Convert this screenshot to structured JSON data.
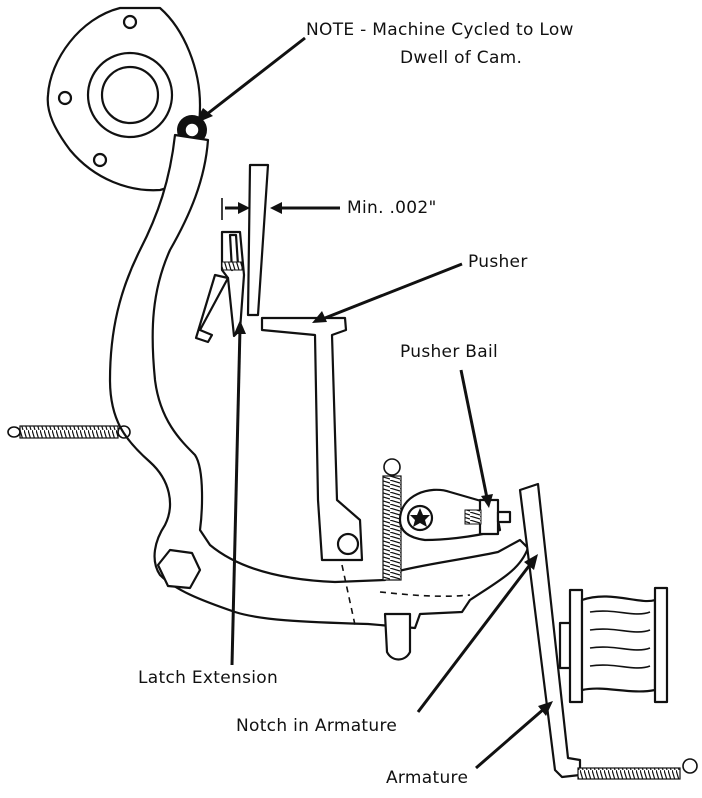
{
  "labels": {
    "note_line1": "NOTE - Machine Cycled to Low",
    "note_line2": "Dwell of Cam.",
    "min_clearance": "Min. .002\"",
    "pusher": "Pusher",
    "pusher_bail": "Pusher Bail",
    "latch_extension": "Latch Extension",
    "notch_in_armature": "Notch in Armature",
    "armature": "Armature"
  }
}
